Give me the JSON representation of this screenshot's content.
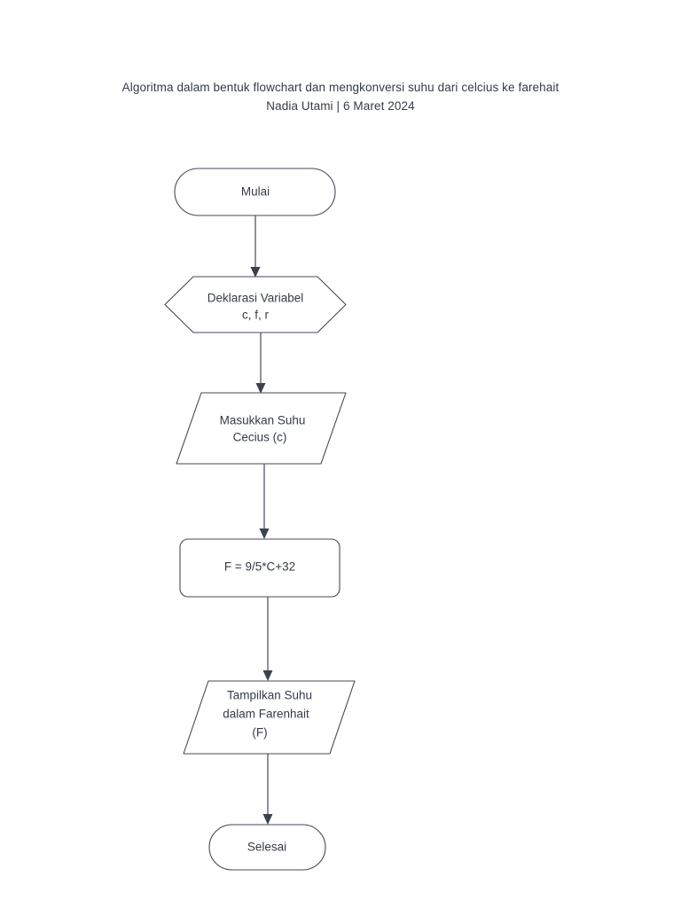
{
  "document": {
    "title_line1": "Algoritma dalam bentuk flowchart dan mengkonversi suhu dari celcius ke farehait",
    "title_line2": "Nadia Utami | 6 Maret 2024",
    "background_color": "#ffffff",
    "stroke_color": "#434a57",
    "text_color": "#343b47"
  },
  "flowchart": {
    "nodes": [
      {
        "id": "start",
        "shape": "terminator",
        "lines": [
          "Mulai"
        ],
        "line1": "Mulai"
      },
      {
        "id": "declare",
        "shape": "hexagon",
        "lines": [
          "Deklarasi Variabel",
          "c, f, r"
        ],
        "line1": "Deklarasi Variabel",
        "line2": "c, f, r"
      },
      {
        "id": "input",
        "shape": "parallelogram",
        "lines": [
          "Masukkan Suhu",
          "Cecius (c)"
        ],
        "line1": "Masukkan Suhu",
        "line2": "Cecius (c)"
      },
      {
        "id": "process",
        "shape": "rounded-rectangle",
        "lines": [
          "F = 9/5*C+32"
        ],
        "line1": "F = 9/5*C+32"
      },
      {
        "id": "output",
        "shape": "parallelogram",
        "lines": [
          "Tampilkan Suhu",
          "dalam Farenhait",
          "(F)"
        ],
        "line1": "Tampilkan Suhu",
        "line2": "dalam Farenhait",
        "line3": "(F)"
      },
      {
        "id": "end",
        "shape": "terminator",
        "lines": [
          "Selesai"
        ],
        "line1": "Selesai"
      }
    ],
    "connectors": [
      {
        "from": "start",
        "to": "declare",
        "label": ""
      },
      {
        "from": "declare",
        "to": "input",
        "label": ""
      },
      {
        "from": "input",
        "to": "process",
        "label": ""
      },
      {
        "from": "process",
        "to": "output",
        "label": ""
      },
      {
        "from": "output",
        "to": "end",
        "label": ""
      }
    ]
  }
}
